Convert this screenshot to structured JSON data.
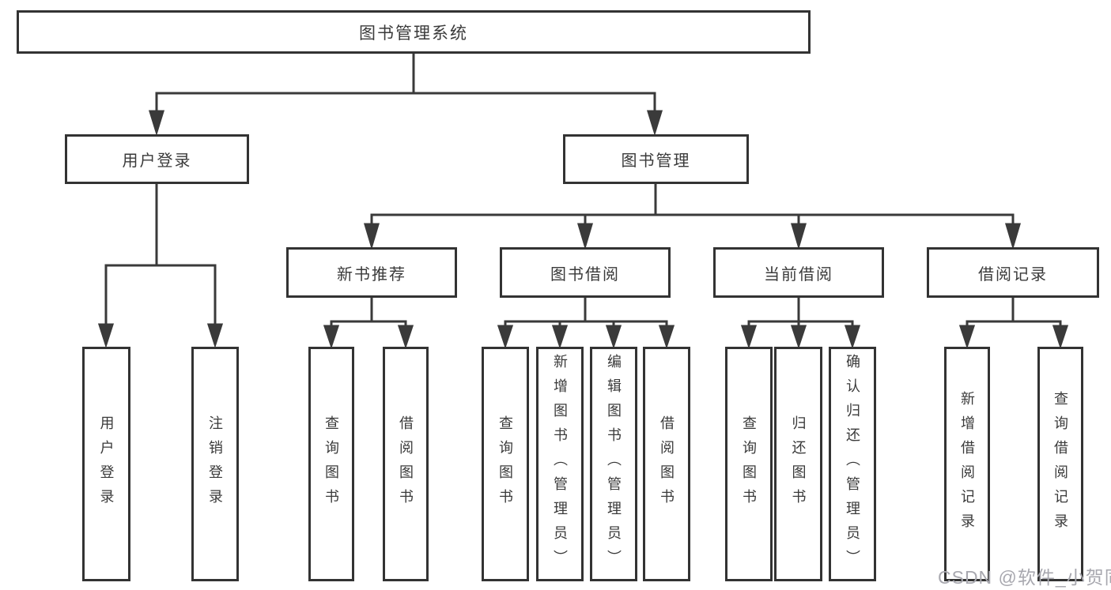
{
  "diagram_title": "图书管理系统",
  "tree": {
    "root": {
      "label": "图书管理系统"
    },
    "branches": [
      {
        "label": "用户登录",
        "children": [
          {
            "label": "用户登录"
          },
          {
            "label": "注销登录"
          }
        ]
      },
      {
        "label": "图书管理",
        "children": [
          {
            "label": "新书推荐",
            "children": [
              {
                "label": "查询图书"
              },
              {
                "label": "借阅图书"
              }
            ]
          },
          {
            "label": "图书借阅",
            "children": [
              {
                "label": "查询图书"
              },
              {
                "label": "新增图书（管理员）"
              },
              {
                "label": "编辑图书（管理员）"
              },
              {
                "label": "借阅图书"
              }
            ]
          },
          {
            "label": "当前借阅",
            "children": [
              {
                "label": "查询图书"
              },
              {
                "label": "归还图书"
              },
              {
                "label": "确认归还（管理员）"
              }
            ]
          },
          {
            "label": "借阅记录",
            "children": [
              {
                "label": "新增借阅记录"
              },
              {
                "label": "查询借阅记录"
              }
            ]
          }
        ]
      }
    ]
  },
  "watermark": "CSDN @软件_小贺同学",
  "colors": {
    "line": "#3a3a3a",
    "box_border": "#333333",
    "text": "#3a3a3a",
    "watermark": "#a8a8af",
    "background": "#ffffff"
  }
}
